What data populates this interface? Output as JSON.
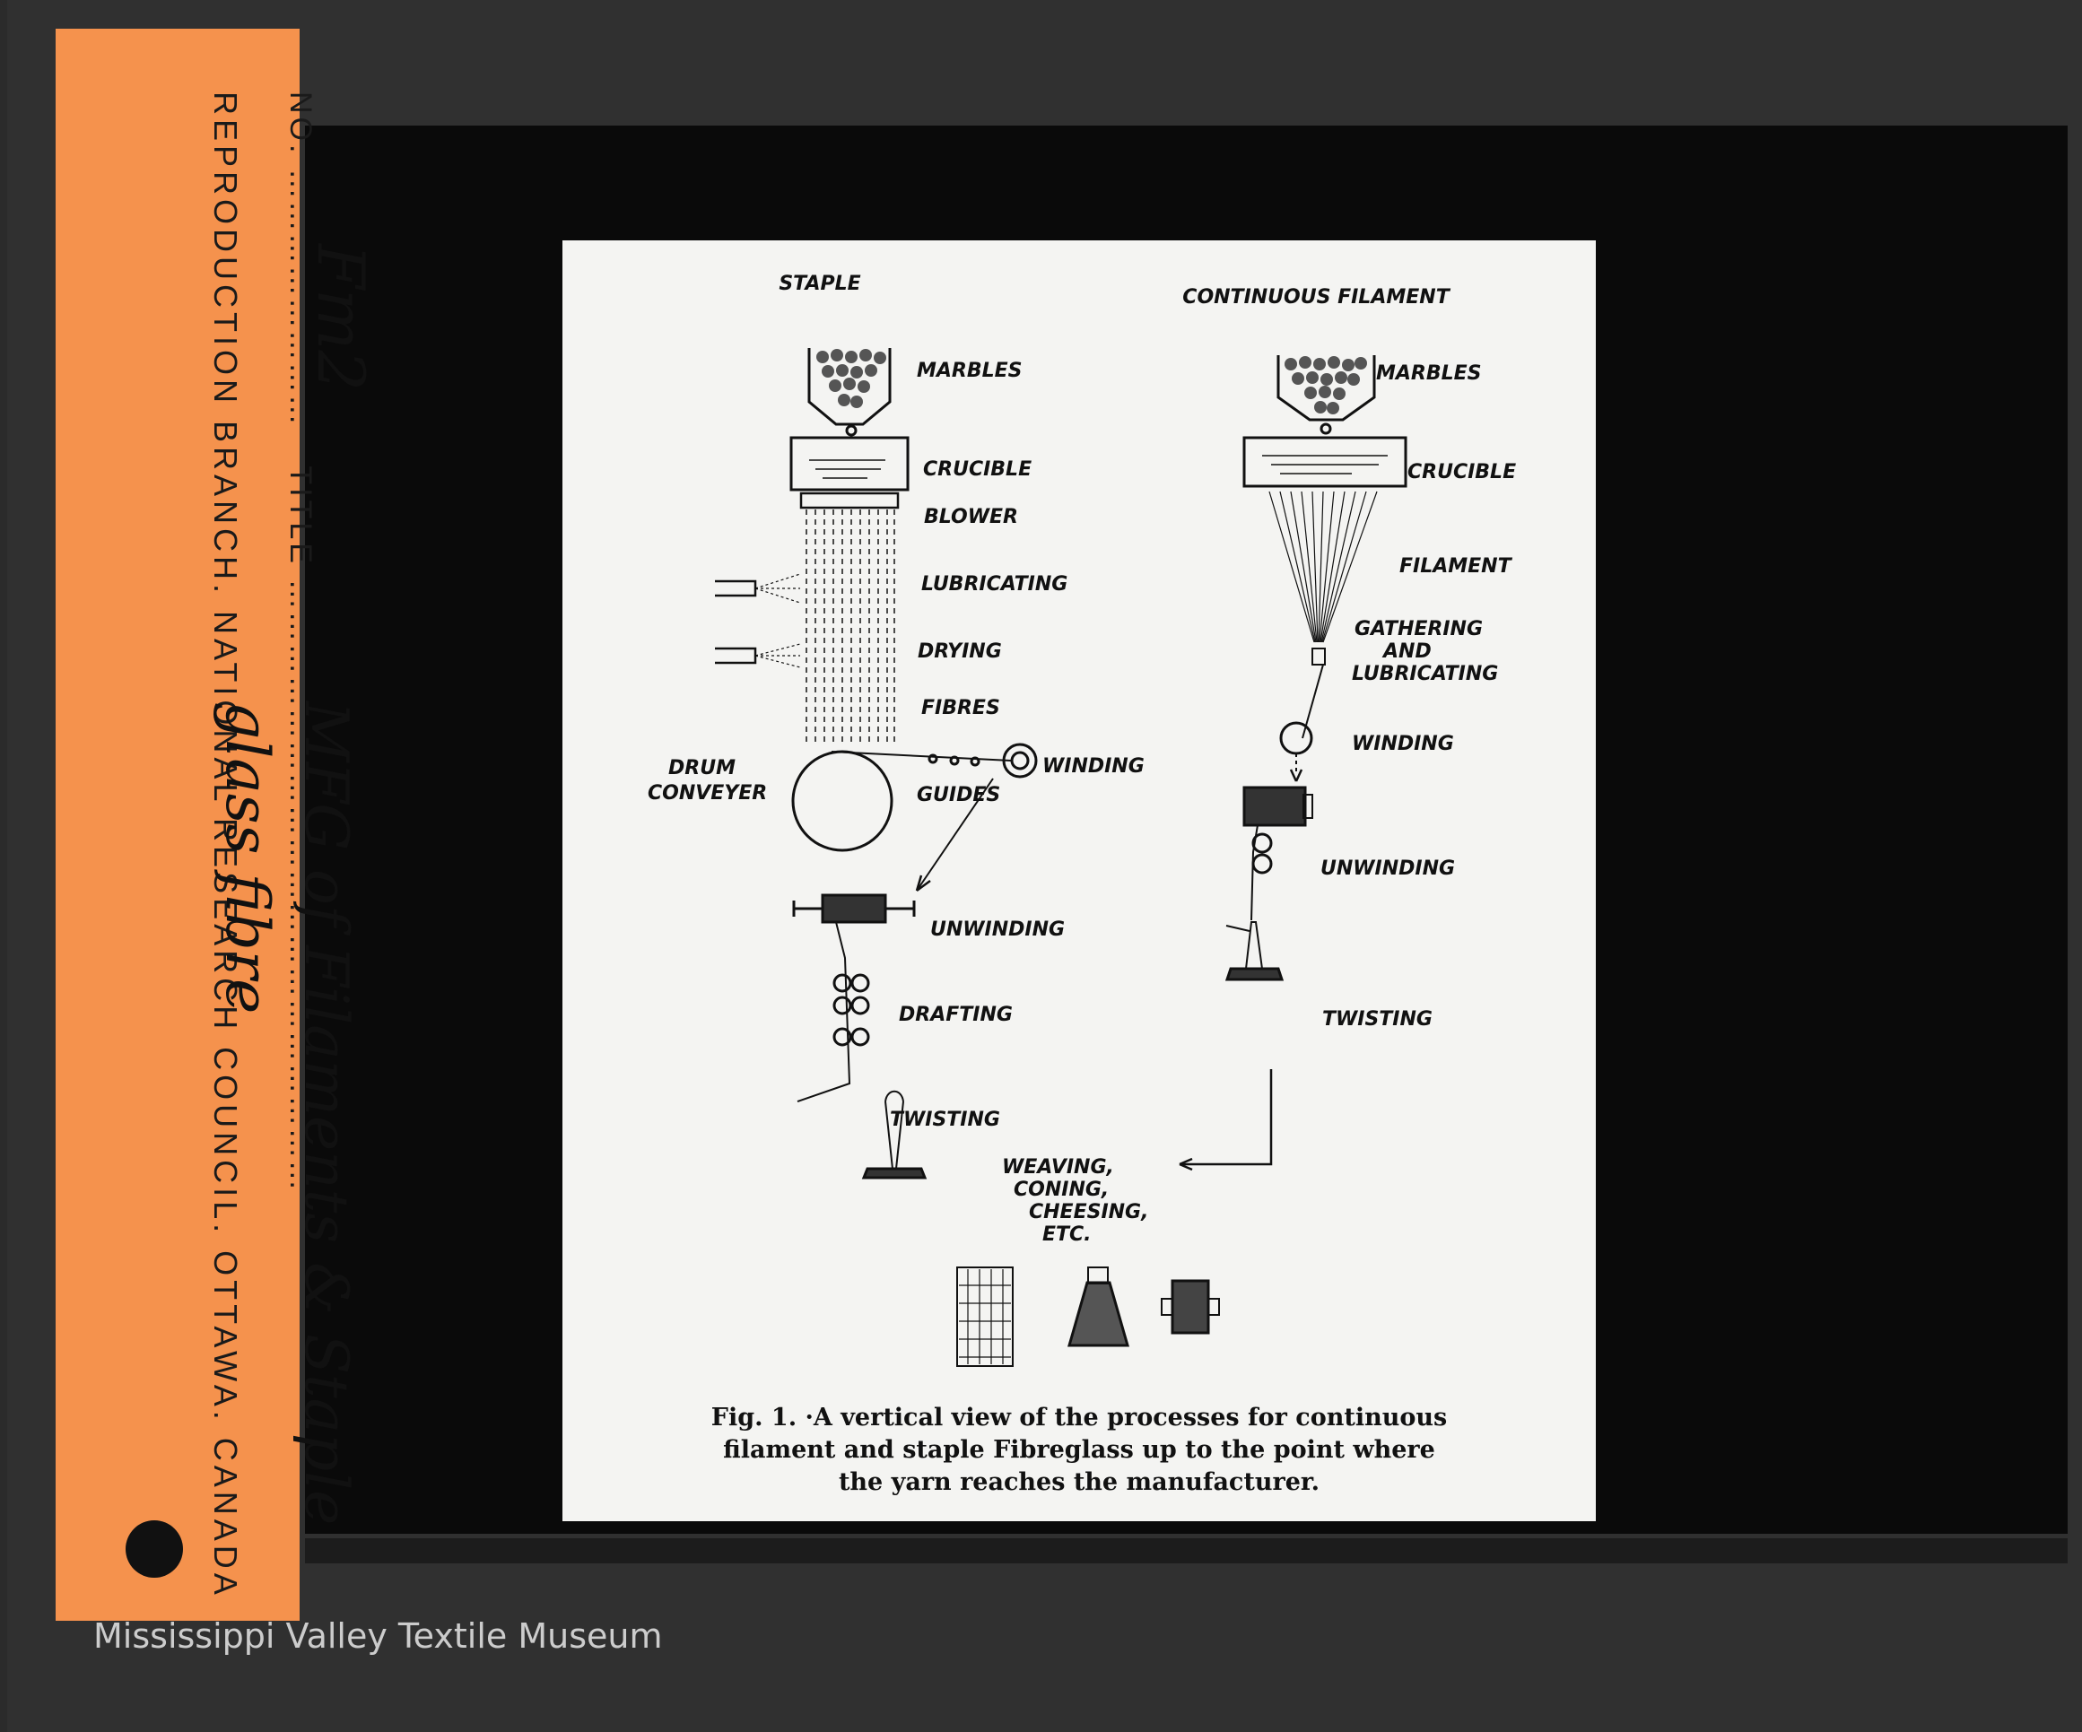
{
  "label": {
    "no_prefix": "NO.",
    "no_value": "Fm2",
    "title_prefix": "TITLE",
    "title_value": "MFG of Filaments & Staple glass fibre",
    "issuer": "REPRODUCTION BRANCH.  NATIONAL RESEARCH COUNCIL.  OTTAWA. CANADA"
  },
  "diagram": {
    "staple": {
      "heading": "STAPLE",
      "steps": [
        "MARBLES",
        "CRUCIBLE",
        "BLOWER",
        "LUBRICATING",
        "DRYING",
        "FIBRES",
        "WINDING",
        "DRUM CONVEYER",
        "GUIDES",
        "UNWINDING",
        "DRAFTING",
        "TWISTING"
      ]
    },
    "continuous": {
      "heading": "CONTINUOUS FILAMENT",
      "steps": [
        "MARBLES",
        "CRUCIBLE",
        "FILAMENT",
        "GATHERING AND LUBRICATING",
        "WINDING",
        "UNWINDING",
        "TWISTING"
      ]
    },
    "final": "WEAVING, CONING, CHEESING, ETC."
  },
  "caption": {
    "line1": "Fig. 1. ·A vertical view of the processes for continuous",
    "line2": "filament and staple Fibreglass up to the point where",
    "line3": "the yarn reaches the manufacturer."
  },
  "watermark": "Mississippi Valley Textile Museum"
}
